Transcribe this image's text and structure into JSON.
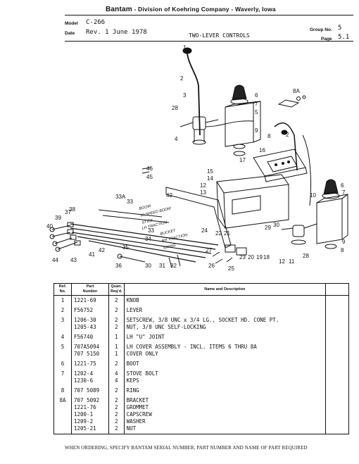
{
  "header": {
    "brand": "Bantam",
    "division": "- Division of Koehring Company - Waverly, Iowa",
    "model_label": "Model",
    "model_value": "C-266",
    "date_label": "Date",
    "date_value": "Rev. 1 June 1978",
    "section_title": "TWO-LEVER CONTROLS",
    "group_label": "Group No.",
    "group_value": "5",
    "page_label": "Page",
    "page_value": "5.1"
  },
  "diagram": {
    "callouts": [
      "1",
      "2",
      "3",
      "4",
      "5",
      "6",
      "7",
      "8",
      "8A",
      "9",
      "10",
      "11",
      "12",
      "13",
      "14",
      "15",
      "16",
      "17",
      "18",
      "19",
      "20",
      "21",
      "22",
      "23",
      "24",
      "25",
      "26",
      "27",
      "28",
      "29",
      "30",
      "31",
      "32",
      "33",
      "33A",
      "34",
      "35",
      "36",
      "37",
      "38",
      "39",
      "40",
      "41",
      "42",
      "43",
      "44",
      "45",
      "46"
    ],
    "cable_labels": [
      "BOOM",
      "HI-SPEED BOOM",
      "STICK",
      "LH TRACTION",
      "BUCKET",
      "RH TRACTION",
      "SWING"
    ]
  },
  "table": {
    "headers": {
      "ref": [
        "Ref.",
        "No."
      ],
      "part": [
        "Part",
        "Number"
      ],
      "qty": [
        "Quan.",
        "Req'd."
      ],
      "desc": "Name and Description"
    },
    "rows": [
      {
        "ref": "1",
        "parts": [
          "1221-69"
        ],
        "qty": [
          "2"
        ],
        "desc": [
          "KNOB"
        ]
      },
      {
        "ref": "2",
        "parts": [
          "F56752"
        ],
        "qty": [
          "2"
        ],
        "desc": [
          "LEVER"
        ]
      },
      {
        "ref": "3",
        "parts": [
          "1206-30",
          "1205-43"
        ],
        "qty": [
          "2",
          "2"
        ],
        "desc": [
          "SETSCREW, 3/8 UNC x 3/4 LG., SOCKET HD. CONE PT.",
          "NUT, 3/8 UNC SELF-LOCKING"
        ]
      },
      {
        "ref": "4",
        "parts": [
          "F56740"
        ],
        "qty": [
          "1"
        ],
        "desc": [
          "LH \"U\" JOINT"
        ]
      },
      {
        "ref": "5",
        "parts": [
          "707A5094",
          "707 5150"
        ],
        "qty": [
          "1",
          "1"
        ],
        "desc": [
          "LH COVER ASSEMBLY - INCL. ITEMS 6 THRU 8A",
          "COVER ONLY"
        ]
      },
      {
        "ref": "6",
        "parts": [
          "1221-75"
        ],
        "qty": [
          "2"
        ],
        "desc": [
          "BOOT"
        ]
      },
      {
        "ref": "7",
        "parts": [
          "1202-4",
          "1230-6"
        ],
        "qty": [
          "4",
          "4"
        ],
        "desc": [
          "STOVE BOLT",
          "KEPS"
        ]
      },
      {
        "ref": "8",
        "parts": [
          "707 5089"
        ],
        "qty": [
          "2"
        ],
        "desc": [
          "RING"
        ]
      },
      {
        "ref": "8A",
        "parts": [
          "707 5092",
          "1221-76",
          "1200-1",
          "1209-2",
          "1205-21"
        ],
        "qty": [
          "2",
          "2",
          "2",
          "2",
          "2"
        ],
        "desc": [
          "BRACKET",
          "GROMMET",
          "CAPSCREW",
          "WASHER",
          "NUT"
        ]
      }
    ]
  },
  "footer": "WHEN ORDERING, SPECIFY BANTAM SERIAL NUMBER, PART NUMBER AND NAME OF PART REQUIRED"
}
